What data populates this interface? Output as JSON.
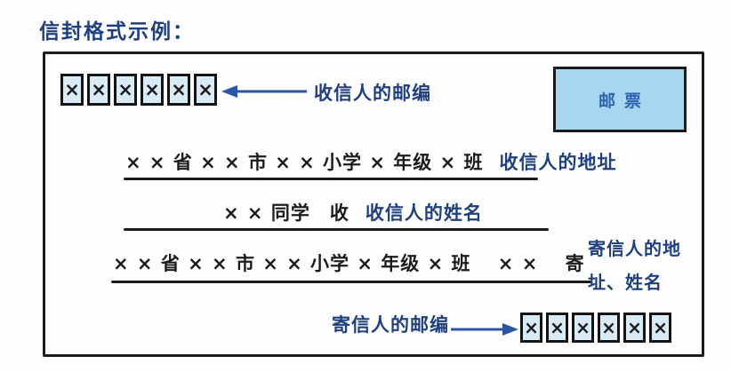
{
  "page": {
    "title": "信封格式示例："
  },
  "colors": {
    "ink": "#1b1b1b",
    "blue_text": "#1f3f7d",
    "arrow_blue": "#2a56a8",
    "box_fill": "#d7eaf6",
    "box_border": "#141414",
    "stamp_fill": "#a8d5ef",
    "stamp_text": "#2c66b0"
  },
  "envelope": {
    "recipient_postcode": {
      "boxes": [
        "×",
        "×",
        "×",
        "×",
        "×",
        "×"
      ],
      "label": "收信人的邮编"
    },
    "stamp": {
      "label": "邮票"
    },
    "recipient_address": {
      "text": "× × 省 × × 市 × × 小学 × 年级 × 班",
      "annotation": "收信人的地址"
    },
    "recipient_name": {
      "text": "× × 同学　收",
      "annotation": "收信人的姓名"
    },
    "sender_address": {
      "text": "× × 省 × × 市 × × 小学 × 年级 × 班　 × ×　 寄",
      "annotation_line1": "寄信人的地",
      "annotation_line2": "址、姓名"
    },
    "sender_postcode": {
      "label": "寄信人的邮编",
      "boxes": [
        "×",
        "×",
        "×",
        "×",
        "×",
        "×"
      ]
    }
  }
}
